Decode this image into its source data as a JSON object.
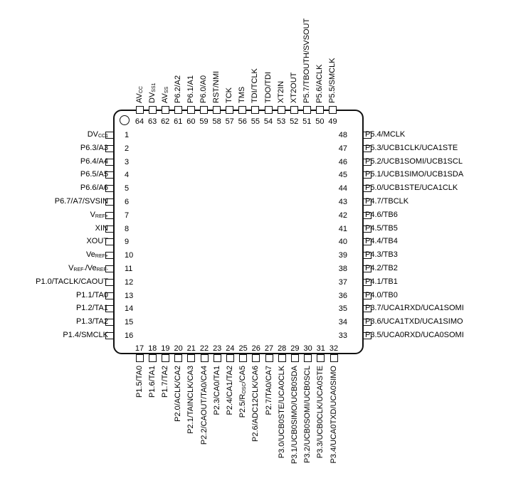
{
  "package_pins": {
    "left": [
      {
        "num": "1",
        "label": "DVCC1"
      },
      {
        "num": "2",
        "label": "P6.3/A3"
      },
      {
        "num": "3",
        "label": "P6.4/A4"
      },
      {
        "num": "4",
        "label": "P6.5/A5"
      },
      {
        "num": "5",
        "label": "P6.6/A6"
      },
      {
        "num": "6",
        "label": "P6.7/A7/SVSIN"
      },
      {
        "num": "7",
        "label": "VREF+"
      },
      {
        "num": "8",
        "label": "XIN"
      },
      {
        "num": "9",
        "label": "XOUT"
      },
      {
        "num": "10",
        "label": "VeREF+"
      },
      {
        "num": "11",
        "label": "VREF-/VeREF-"
      },
      {
        "num": "12",
        "label": "P1.0/TACLK/CAOUT"
      },
      {
        "num": "13",
        "label": "P1.1/TA0"
      },
      {
        "num": "14",
        "label": "P1.2/TA1"
      },
      {
        "num": "15",
        "label": "P1.3/TA2"
      },
      {
        "num": "16",
        "label": "P1.4/SMCLK"
      }
    ],
    "bottom": [
      {
        "num": "17",
        "label": "P1.5/TA0"
      },
      {
        "num": "18",
        "label": "P1.6/TA1"
      },
      {
        "num": "19",
        "label": "P1.7/TA2"
      },
      {
        "num": "20",
        "label": "P2.0/ACLK/CA2"
      },
      {
        "num": "21",
        "label": "P2.1/TAINCLK/CA3"
      },
      {
        "num": "22",
        "label": "P2.2/CAOUT/TA0/CA4"
      },
      {
        "num": "23",
        "label": "P2.3/CA0/TA1"
      },
      {
        "num": "24",
        "label": "P2.4/CA1/TA2"
      },
      {
        "num": "25",
        "label": "P2.5/ROSC/CA5"
      },
      {
        "num": "26",
        "label": "P2.6/ADC12CLK/CA6"
      },
      {
        "num": "27",
        "label": "P2.7/TA0/CA7"
      },
      {
        "num": "28",
        "label": "P3.0/UCB0STE/UCA0CLK"
      },
      {
        "num": "29",
        "label": "P3.1/UCB0SIMO/UCB0SDA"
      },
      {
        "num": "30",
        "label": "P3.2/UCB0SOMI/UCB0SCL"
      },
      {
        "num": "31",
        "label": "P3.3/UCB0CLK/UCA0STE"
      },
      {
        "num": "32",
        "label": "P3.4/UCA0TXD/UCA0SIMO"
      }
    ],
    "right": [
      {
        "num": "48",
        "label": "P5.4/MCLK"
      },
      {
        "num": "47",
        "label": "P5.3/UCB1CLK/UCA1STE"
      },
      {
        "num": "46",
        "label": "P5.2/UCB1SOMI/UCB1SCL"
      },
      {
        "num": "45",
        "label": "P5.1/UCB1SIMO/UCB1SDA"
      },
      {
        "num": "44",
        "label": "P5.0/UCB1STE/UCA1CLK"
      },
      {
        "num": "43",
        "label": "P4.7/TBCLK"
      },
      {
        "num": "42",
        "label": "P4.6/TB6"
      },
      {
        "num": "41",
        "label": "P4.5/TB5"
      },
      {
        "num": "40",
        "label": "P4.4/TB4"
      },
      {
        "num": "39",
        "label": "P4.3/TB3"
      },
      {
        "num": "38",
        "label": "P4.2/TB2"
      },
      {
        "num": "37",
        "label": "P4.1/TB1"
      },
      {
        "num": "36",
        "label": "P4.0/TB0"
      },
      {
        "num": "35",
        "label": "P3.7/UCA1RXD/UCA1SOMI"
      },
      {
        "num": "34",
        "label": "P3.6/UCA1TXD/UCA1SIMO"
      },
      {
        "num": "33",
        "label": "P3.5/UCA0RXD/UCA0SOMI"
      }
    ],
    "top": [
      {
        "num": "64",
        "label": "AVCC"
      },
      {
        "num": "63",
        "label": "DVSS1"
      },
      {
        "num": "62",
        "label": "AVSS"
      },
      {
        "num": "61",
        "label": "P6.2/A2"
      },
      {
        "num": "60",
        "label": "P6.1/A1"
      },
      {
        "num": "59",
        "label": "P6.0/A0"
      },
      {
        "num": "58",
        "label": "RST/NMI"
      },
      {
        "num": "57",
        "label": "TCK"
      },
      {
        "num": "56",
        "label": "TMS"
      },
      {
        "num": "55",
        "label": "TDI/TCLK"
      },
      {
        "num": "54",
        "label": "TDO/TDI"
      },
      {
        "num": "53",
        "label": "XT2IN"
      },
      {
        "num": "52",
        "label": "XT2OUT"
      },
      {
        "num": "51",
        "label": "P5.7/TBOUTH/SVSOUT"
      },
      {
        "num": "50",
        "label": "P5.6/ACLK"
      },
      {
        "num": "49",
        "label": "P5.5/SMCLK"
      }
    ]
  }
}
